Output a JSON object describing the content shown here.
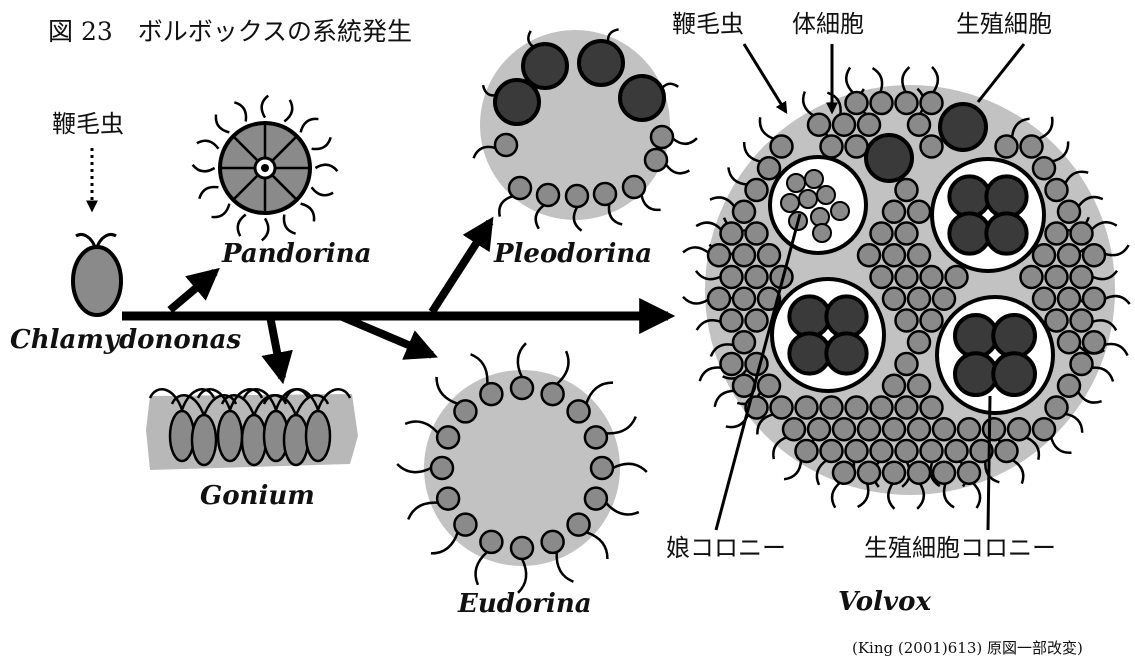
{
  "figure": {
    "title": "図 23　ボルボックスの系統発生",
    "credit": "(King (2001)613) 原図一部改変)"
  },
  "organisms": {
    "chlamydomonas": "Chlamydononas",
    "pandorina": "Pandorina",
    "gonium": "Gonium",
    "pleodorina": "Pleodorina",
    "eudorina": "Eudorina",
    "volvox": "Volvox"
  },
  "labels": {
    "flagellate_left": "鞭毛虫",
    "flagellate_right": "鞭毛虫",
    "somatic_cell": "体細胞",
    "germ_cell": "生殖細胞",
    "daughter_colony": "娘コロニー",
    "germ_cell_colony": "生殖細胞コロニー"
  },
  "colors": {
    "matrix": "#c2c2c2",
    "cell": "#8a8a8a",
    "germ_cell": "#3a3a3a",
    "outline": "#000000",
    "background": "#ffffff"
  }
}
